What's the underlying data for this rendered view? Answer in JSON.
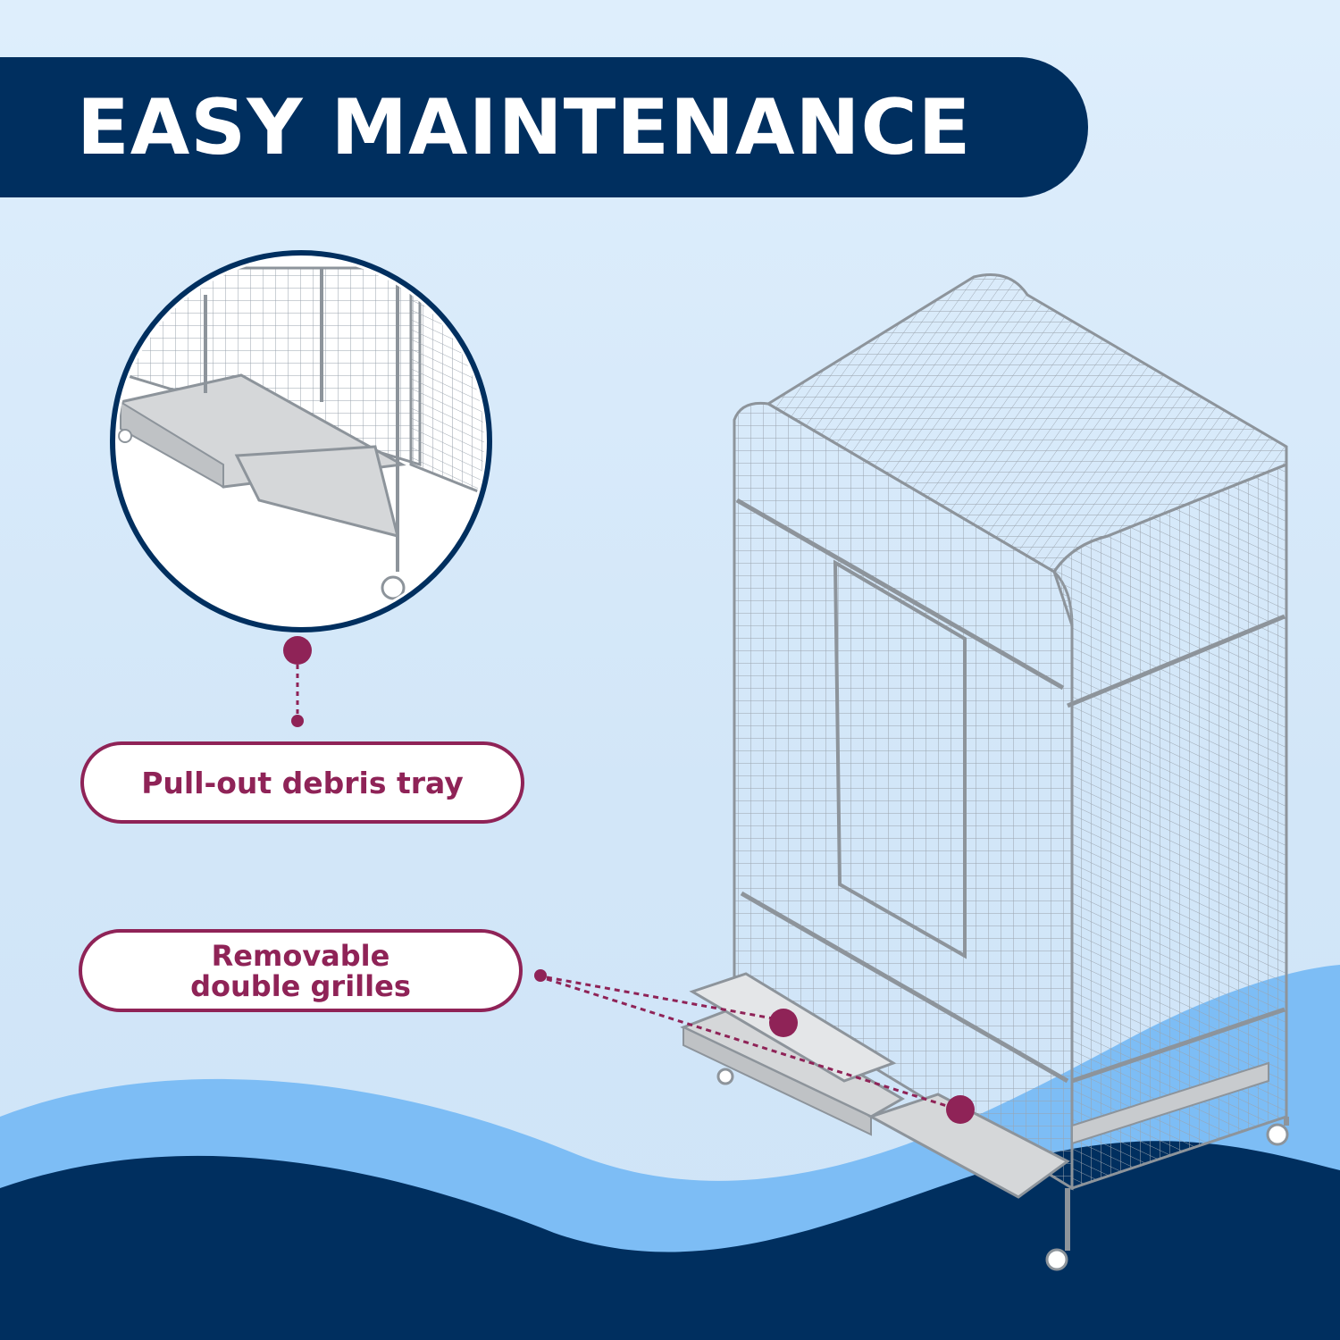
{
  "banner": {
    "title": "EASY MAINTENANCE"
  },
  "callouts": {
    "tray_label": "Pull-out debris tray",
    "grilles_label_line1": "Removable",
    "grilles_label_line2": "double grilles"
  },
  "colors": {
    "banner_bg": "#002f5f",
    "accent": "#8f2357",
    "background": "#d6e9fa",
    "wave_light": "#7dbdf5",
    "wave_dark": "#002f5f"
  },
  "illustration": {
    "subject": "bird-cage-icon",
    "zoom_inset": "magnifier-inset"
  }
}
